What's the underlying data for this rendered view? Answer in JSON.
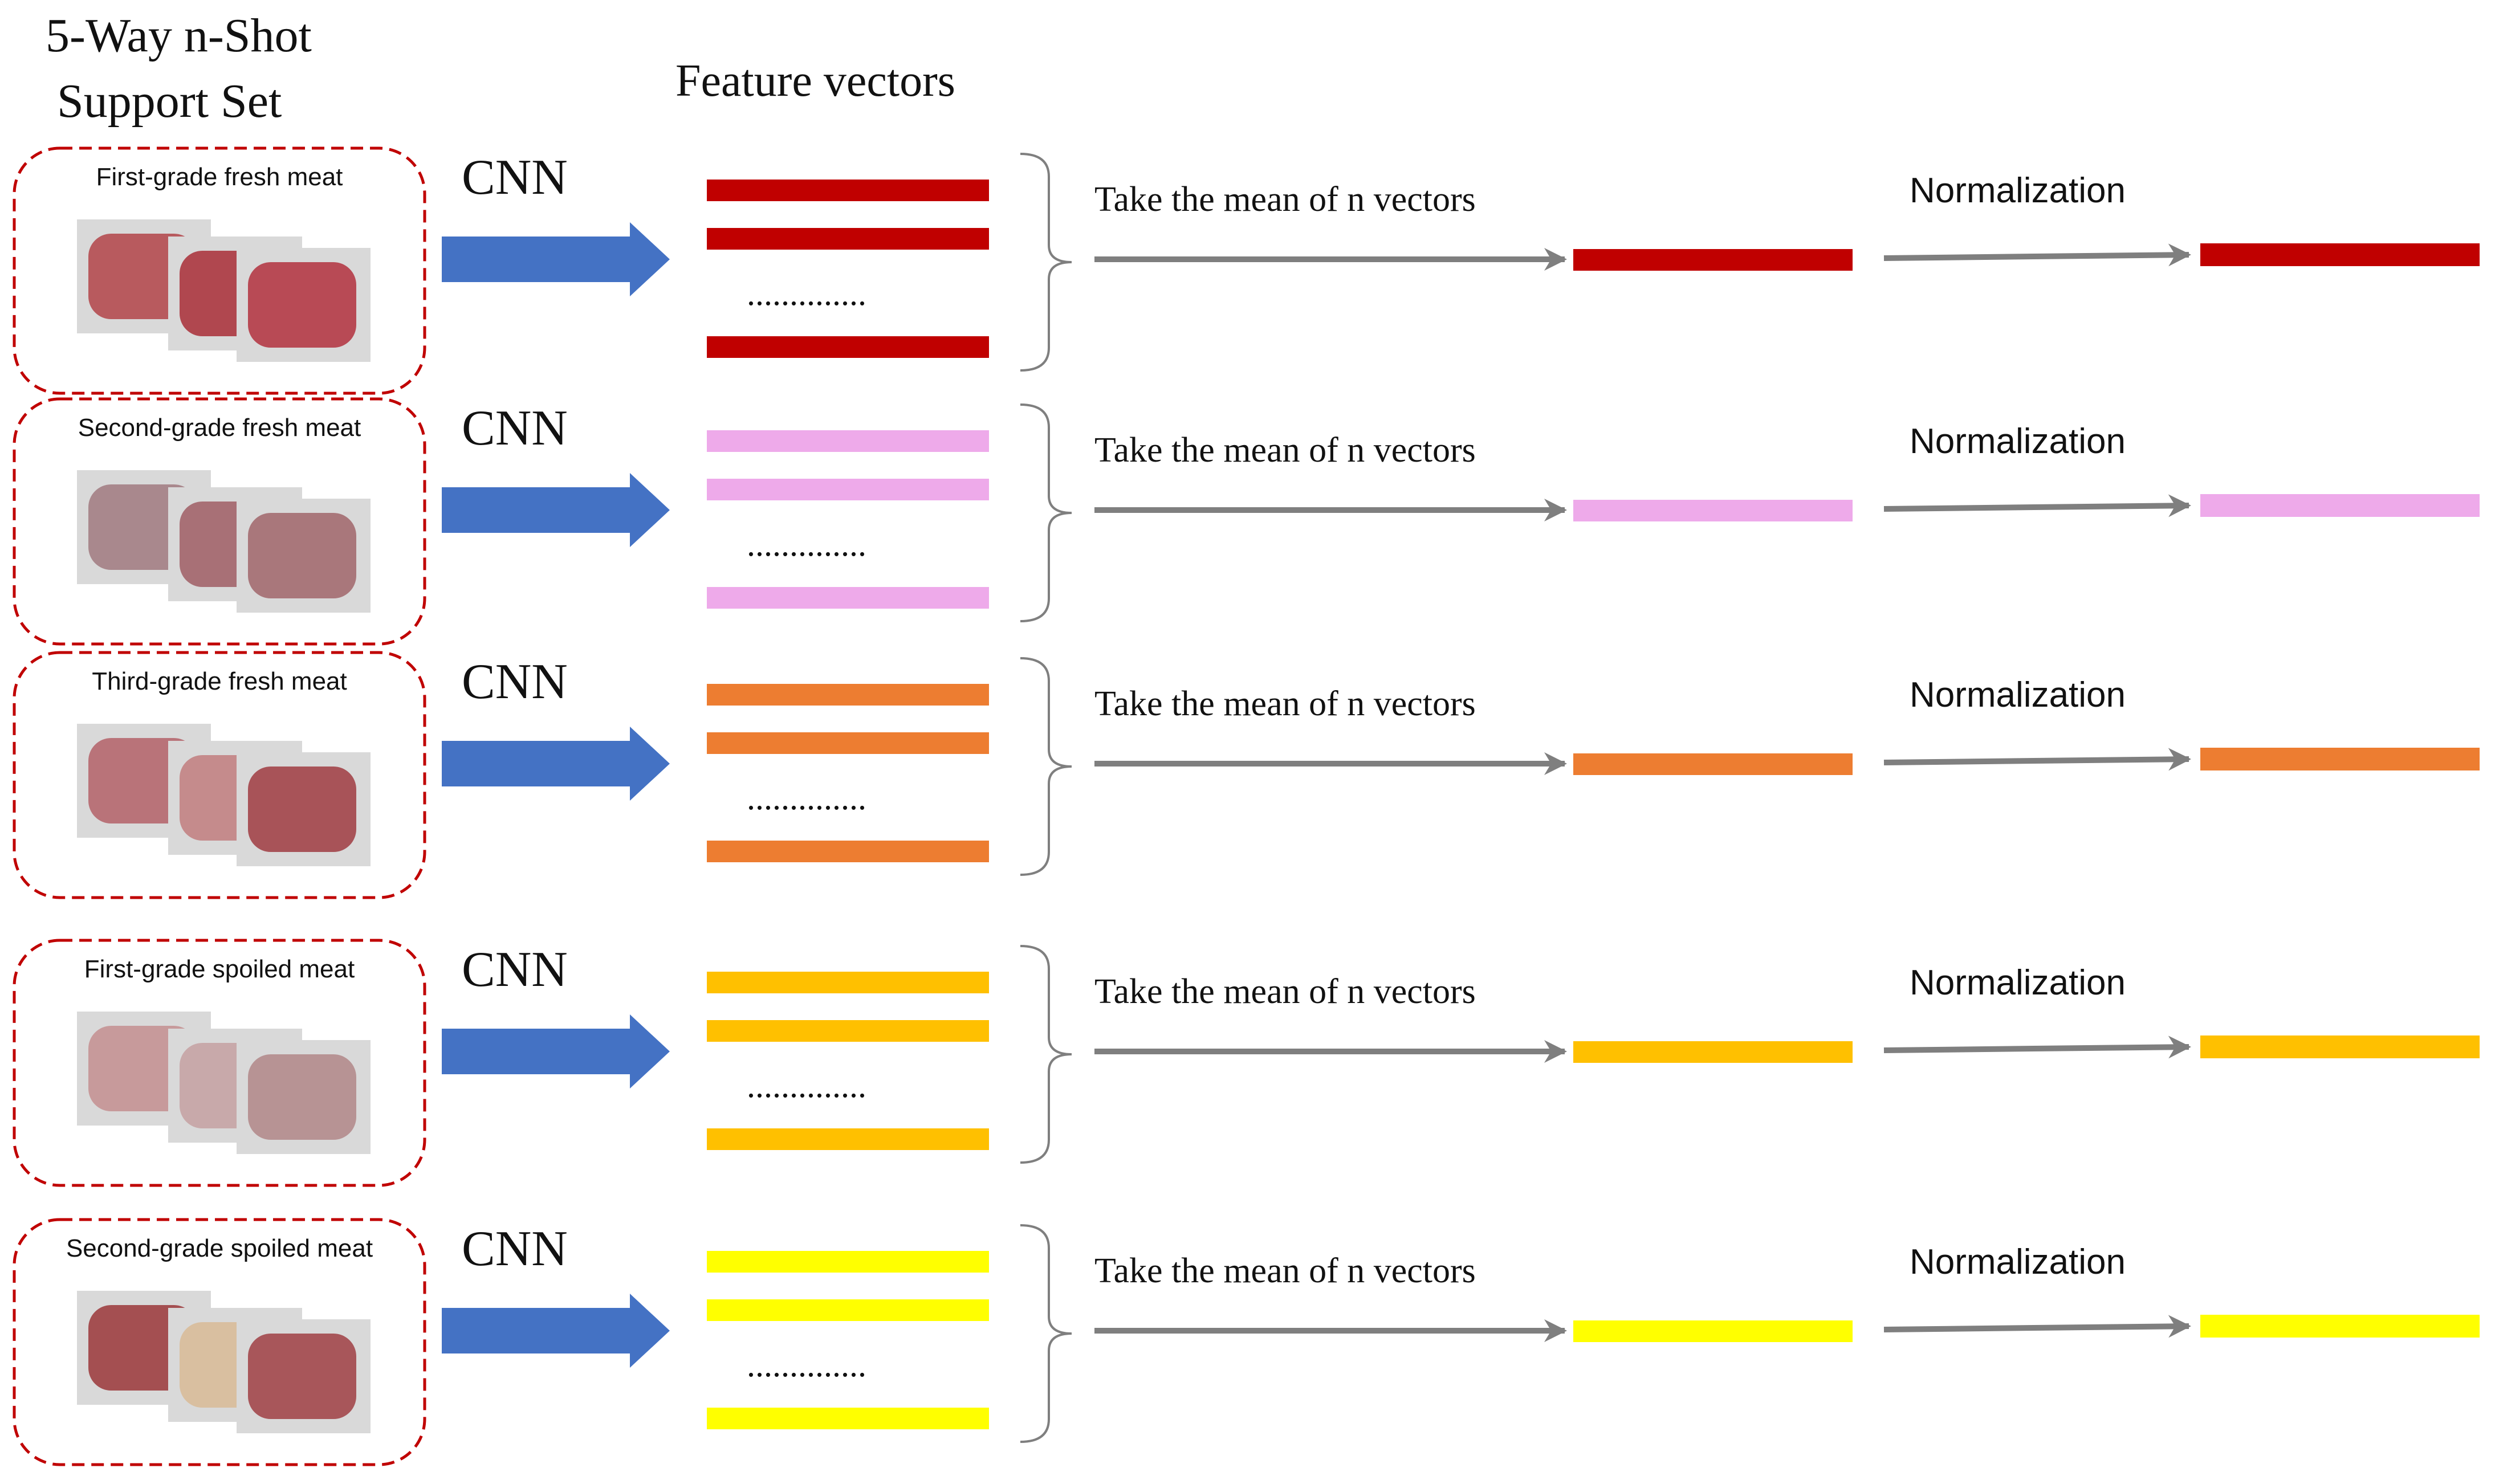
{
  "header": {
    "support_set_title_line1": "5-Way n-Shot",
    "support_set_title_line2": "Support Set",
    "feature_vectors_title": "Feature vectors"
  },
  "rows": [
    {
      "class_label": "First-grade fresh meat",
      "cnn_label": "CNN",
      "dots": "..............",
      "mean_label": "Take the mean of n vectors",
      "norm_label": "Normalization",
      "color": "#c00000",
      "thumb_colors": [
        "#b85a5e",
        "#b0474f",
        "#b84a55"
      ]
    },
    {
      "class_label": "Second-grade fresh meat",
      "cnn_label": "CNN",
      "dots": "..............",
      "mean_label": "Take the mean of n vectors",
      "norm_label": "Normalization",
      "color": "#eeaaea",
      "thumb_colors": [
        "#a9888d",
        "#a87076",
        "#a9777b"
      ]
    },
    {
      "class_label": "Third-grade fresh meat",
      "cnn_label": "CNN",
      "dots": "..............",
      "mean_label": "Take the mean of n vectors",
      "norm_label": "Normalization",
      "color": "#ed7d31",
      "thumb_colors": [
        "#b97379",
        "#c58b8c",
        "#a85358"
      ]
    },
    {
      "class_label": "First-grade spoiled meat",
      "cnn_label": "CNN",
      "dots": "..............",
      "mean_label": "Take the mean of n vectors",
      "norm_label": "Normalization",
      "color": "#ffc000",
      "thumb_colors": [
        "#c79a9b",
        "#c8a9aa",
        "#b79394"
      ]
    },
    {
      "class_label": "Second-grade spoiled meat",
      "cnn_label": "CNN",
      "dots": "..............",
      "mean_label": "Take the mean of n vectors",
      "norm_label": "Normalization",
      "color": "#ffff00",
      "thumb_colors": [
        "#a44f51",
        "#d9bfa0",
        "#a8565a"
      ]
    }
  ],
  "theme": {
    "cnn_arrow_color": "#4472c4",
    "flow_arrow_color": "#7f7f7f",
    "group_border_color": "#c00000",
    "bracket_color": "#7f7f7f"
  }
}
